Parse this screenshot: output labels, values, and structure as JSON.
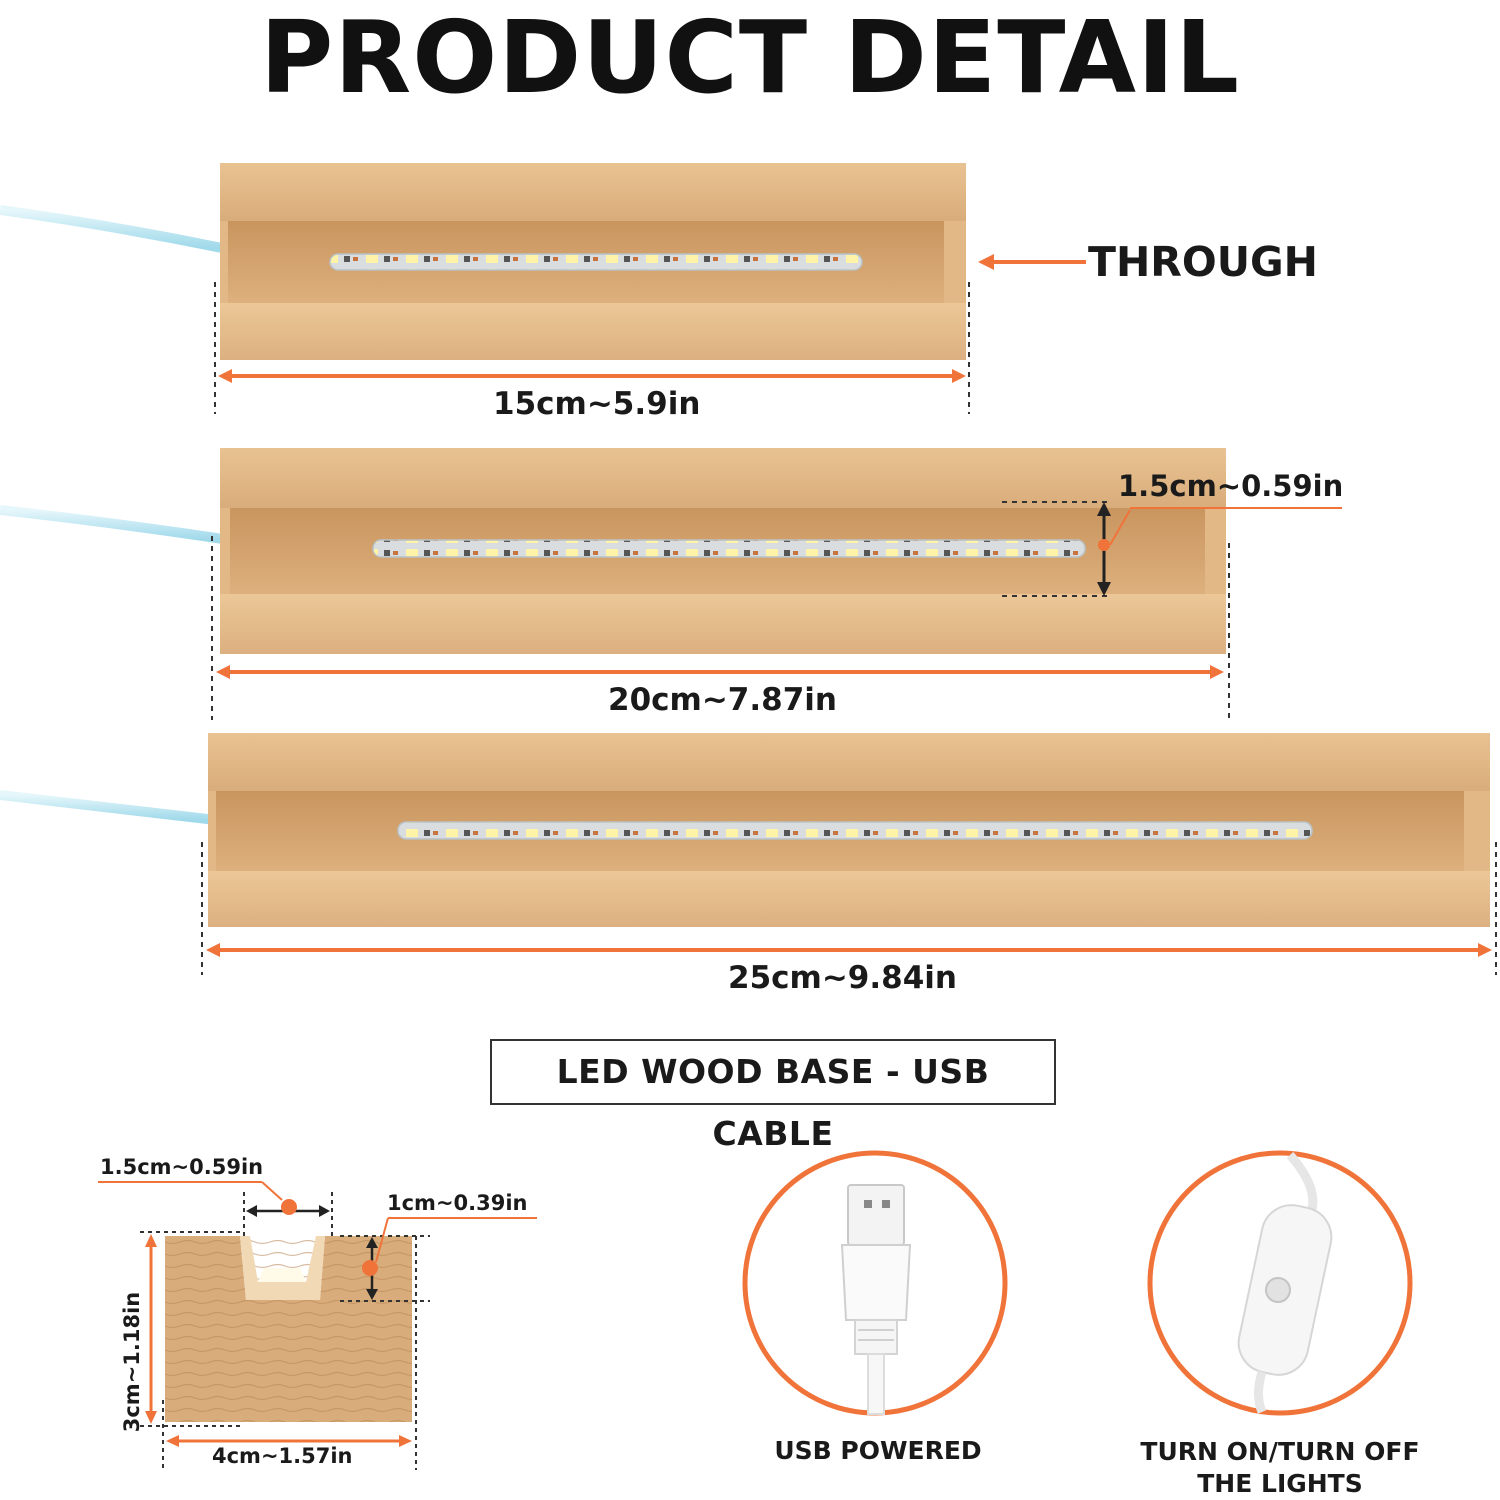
{
  "heading": {
    "title": "PRODUCT DETAIL"
  },
  "labels": {
    "through": "THROUGH",
    "length_15": "15cm~5.9in",
    "depth_15": "1.5cm~0.59in",
    "length_20": "20cm~7.87in",
    "length_25": "25cm~9.84in"
  },
  "box_label": "LED WOOD BASE - USB CABLE",
  "cross_section": {
    "slot_width": "1.5cm~0.59in",
    "slot_depth": "1cm~0.39in",
    "height": "3cm~1.18in",
    "width": "4cm~1.57in"
  },
  "features": {
    "usb": "USB POWERED",
    "switch_line1": "TURN ON/TURN OFF",
    "switch_line2": "THE LIGHTS"
  },
  "colors": {
    "accent": "#f0733a",
    "wood_light": "#e8bf8e",
    "wood_dark": "#d3a472",
    "led_warm": "#fff4b0"
  }
}
